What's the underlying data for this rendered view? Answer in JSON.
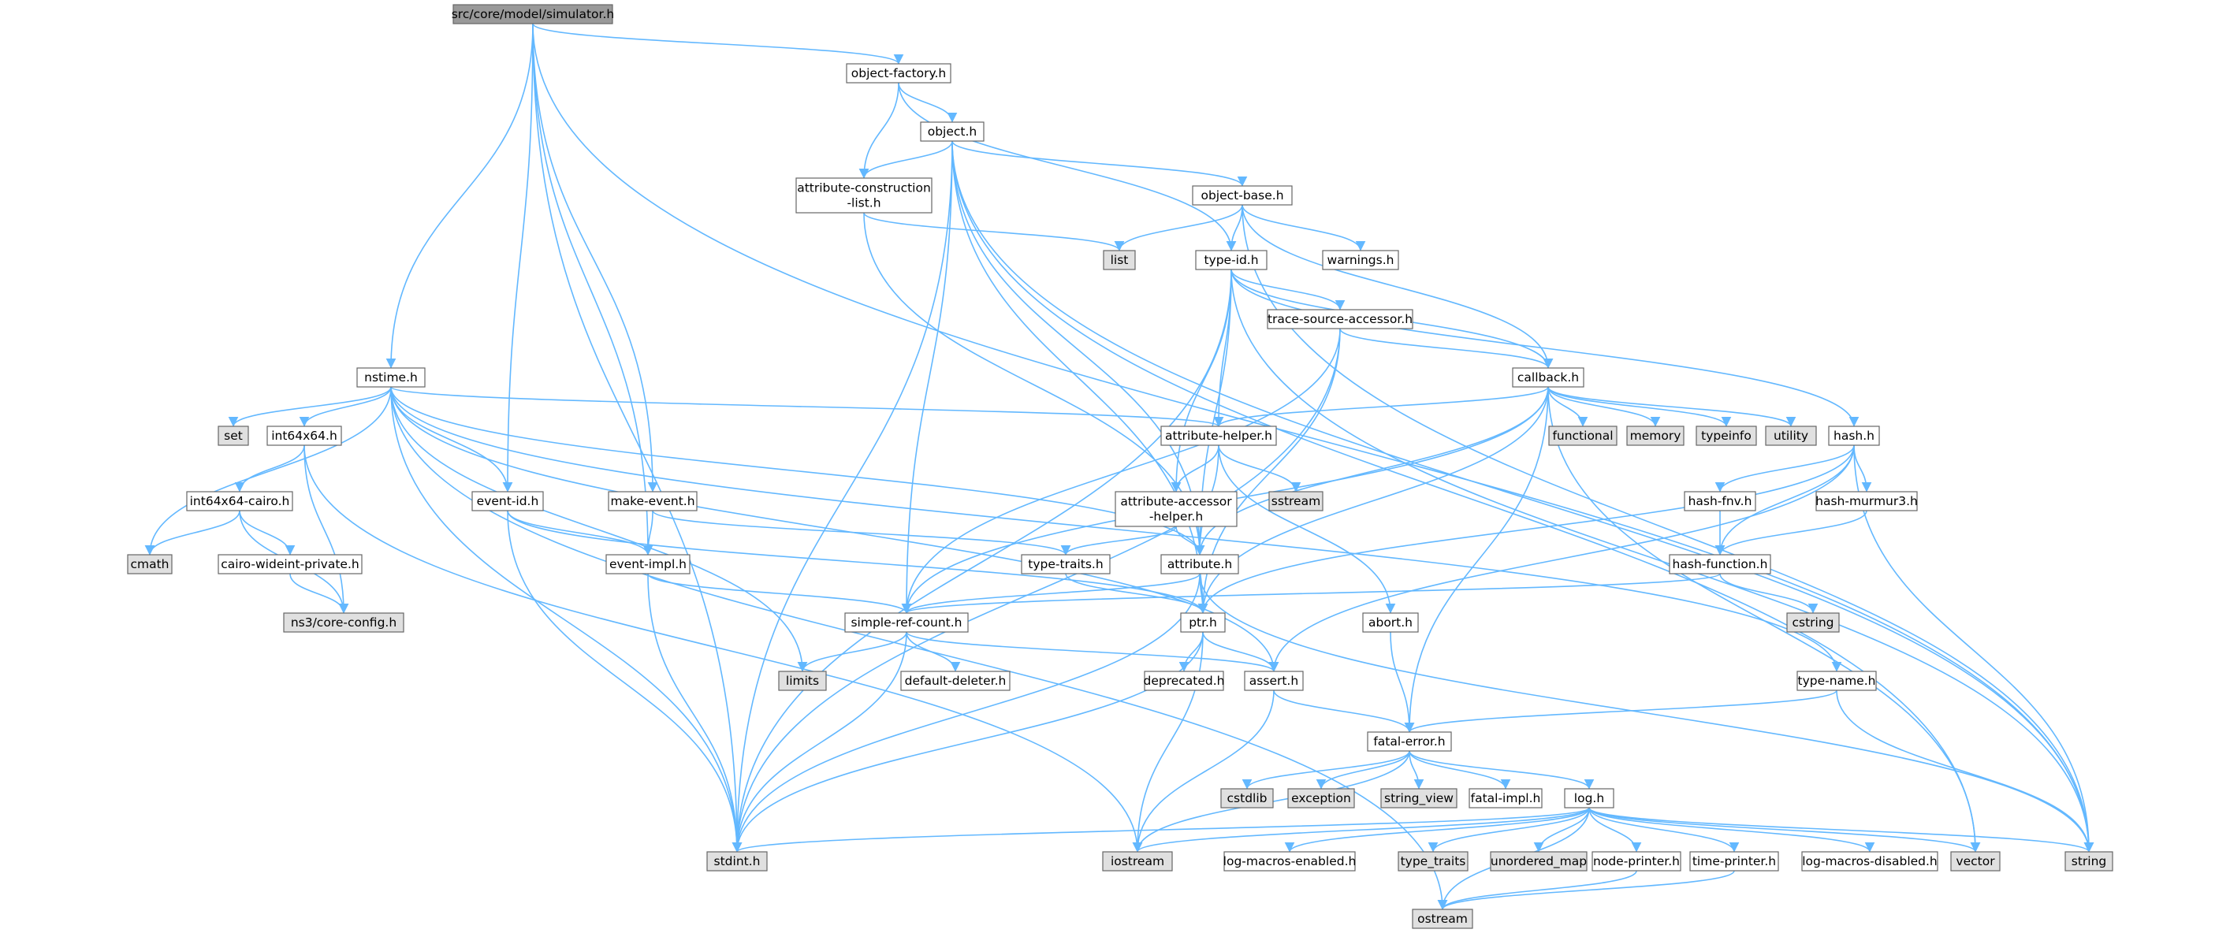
{
  "colors": {
    "edge": "#63b8ff",
    "box_fill": "#ffffff",
    "box_fill_system": "#e0e0e0",
    "box_fill_root": "#999999",
    "box_stroke": "#666666"
  },
  "nodes": [
    {
      "id": "simulator",
      "label": "src/core/model/simulator.h",
      "style": "root"
    },
    {
      "id": "object_factory",
      "label": "object-factory.h",
      "style": "normal"
    },
    {
      "id": "object",
      "label": "object.h",
      "style": "normal"
    },
    {
      "id": "attribute_construction_list",
      "label": "attribute-construction\n-list.h",
      "style": "normal"
    },
    {
      "id": "object_base",
      "label": "object-base.h",
      "style": "normal"
    },
    {
      "id": "list",
      "label": "list",
      "style": "system"
    },
    {
      "id": "type_id",
      "label": "type-id.h",
      "style": "normal"
    },
    {
      "id": "warnings",
      "label": "warnings.h",
      "style": "normal"
    },
    {
      "id": "trace_source_accessor",
      "label": "trace-source-accessor.h",
      "style": "normal"
    },
    {
      "id": "nstime",
      "label": "nstime.h",
      "style": "normal"
    },
    {
      "id": "callback",
      "label": "callback.h",
      "style": "normal"
    },
    {
      "id": "set",
      "label": "set",
      "style": "system"
    },
    {
      "id": "int64x64",
      "label": "int64x64.h",
      "style": "normal"
    },
    {
      "id": "attribute_helper",
      "label": "attribute-helper.h",
      "style": "normal"
    },
    {
      "id": "functional",
      "label": "functional",
      "style": "system"
    },
    {
      "id": "memory",
      "label": "memory",
      "style": "system"
    },
    {
      "id": "typeinfo",
      "label": "typeinfo",
      "style": "system"
    },
    {
      "id": "utility",
      "label": "utility",
      "style": "system"
    },
    {
      "id": "hash",
      "label": "hash.h",
      "style": "normal"
    },
    {
      "id": "sstream",
      "label": "sstream",
      "style": "system"
    },
    {
      "id": "int64x64_cairo",
      "label": "int64x64-cairo.h",
      "style": "normal"
    },
    {
      "id": "event_id",
      "label": "event-id.h",
      "style": "normal"
    },
    {
      "id": "make_event",
      "label": "make-event.h",
      "style": "normal"
    },
    {
      "id": "attribute_accessor_helper",
      "label": "attribute-accessor\n-helper.h",
      "style": "normal"
    },
    {
      "id": "hash_fnv",
      "label": "hash-fnv.h",
      "style": "normal"
    },
    {
      "id": "hash_murmur3",
      "label": "hash-murmur3.h",
      "style": "normal"
    },
    {
      "id": "cmath",
      "label": "cmath",
      "style": "system"
    },
    {
      "id": "cairo_wideint_private",
      "label": "cairo-wideint-private.h",
      "style": "normal"
    },
    {
      "id": "event_impl",
      "label": "event-impl.h",
      "style": "normal"
    },
    {
      "id": "type_traits_h",
      "label": "type-traits.h",
      "style": "normal"
    },
    {
      "id": "attribute",
      "label": "attribute.h",
      "style": "normal"
    },
    {
      "id": "hash_function",
      "label": "hash-function.h",
      "style": "normal"
    },
    {
      "id": "ns3_core_config",
      "label": "ns3/core-config.h",
      "style": "system"
    },
    {
      "id": "simple_ref_count",
      "label": "simple-ref-count.h",
      "style": "normal"
    },
    {
      "id": "ptr",
      "label": "ptr.h",
      "style": "normal"
    },
    {
      "id": "abort",
      "label": "abort.h",
      "style": "normal"
    },
    {
      "id": "cstring",
      "label": "cstring",
      "style": "system"
    },
    {
      "id": "limits",
      "label": "limits",
      "style": "system"
    },
    {
      "id": "default_deleter",
      "label": "default-deleter.h",
      "style": "normal"
    },
    {
      "id": "deprecated",
      "label": "deprecated.h",
      "style": "normal"
    },
    {
      "id": "assert",
      "label": "assert.h",
      "style": "normal"
    },
    {
      "id": "type_name",
      "label": "type-name.h",
      "style": "normal"
    },
    {
      "id": "fatal_error",
      "label": "fatal-error.h",
      "style": "normal"
    },
    {
      "id": "cstdlib",
      "label": "cstdlib",
      "style": "system"
    },
    {
      "id": "exception",
      "label": "exception",
      "style": "system"
    },
    {
      "id": "string_view",
      "label": "string_view",
      "style": "system"
    },
    {
      "id": "fatal_impl",
      "label": "fatal-impl.h",
      "style": "normal"
    },
    {
      "id": "log",
      "label": "log.h",
      "style": "normal"
    },
    {
      "id": "stdint",
      "label": "stdint.h",
      "style": "system"
    },
    {
      "id": "iostream",
      "label": "iostream",
      "style": "system"
    },
    {
      "id": "log_macros_enabled",
      "label": "log-macros-enabled.h",
      "style": "normal"
    },
    {
      "id": "type_traits_std",
      "label": "type_traits",
      "style": "system"
    },
    {
      "id": "unordered_map",
      "label": "unordered_map",
      "style": "system"
    },
    {
      "id": "node_printer",
      "label": "node-printer.h",
      "style": "normal"
    },
    {
      "id": "time_printer",
      "label": "time-printer.h",
      "style": "normal"
    },
    {
      "id": "log_macros_disabled",
      "label": "log-macros-disabled.h",
      "style": "normal"
    },
    {
      "id": "vector",
      "label": "vector",
      "style": "system"
    },
    {
      "id": "string",
      "label": "string",
      "style": "system"
    },
    {
      "id": "ostream",
      "label": "ostream",
      "style": "system"
    }
  ],
  "edges": [
    [
      "simulator",
      "object_factory"
    ],
    [
      "simulator",
      "nstime"
    ],
    [
      "simulator",
      "event_id"
    ],
    [
      "simulator",
      "event_impl"
    ],
    [
      "simulator",
      "make_event"
    ],
    [
      "simulator",
      "stdint"
    ],
    [
      "simulator",
      "string"
    ],
    [
      "object_factory",
      "object"
    ],
    [
      "object_factory",
      "attribute_construction_list"
    ],
    [
      "object_factory",
      "type_id"
    ],
    [
      "object",
      "attribute_construction_list"
    ],
    [
      "object",
      "object_base"
    ],
    [
      "object",
      "simple_ref_count"
    ],
    [
      "object",
      "attribute"
    ],
    [
      "object",
      "ptr"
    ],
    [
      "object",
      "stdint"
    ],
    [
      "object",
      "string"
    ],
    [
      "object",
      "vector"
    ],
    [
      "attribute_construction_list",
      "list"
    ],
    [
      "attribute_construction_list",
      "attribute"
    ],
    [
      "object_base",
      "list"
    ],
    [
      "object_base",
      "type_id"
    ],
    [
      "object_base",
      "warnings"
    ],
    [
      "object_base",
      "callback"
    ],
    [
      "object_base",
      "string"
    ],
    [
      "type_id",
      "trace_source_accessor"
    ],
    [
      "type_id",
      "callback"
    ],
    [
      "type_id",
      "attribute_helper"
    ],
    [
      "type_id",
      "attribute_accessor_helper"
    ],
    [
      "type_id",
      "attribute"
    ],
    [
      "type_id",
      "hash"
    ],
    [
      "type_id",
      "stdint"
    ],
    [
      "type_id",
      "string"
    ],
    [
      "trace_source_accessor",
      "callback"
    ],
    [
      "trace_source_accessor",
      "simple_ref_count"
    ],
    [
      "trace_source_accessor",
      "ptr"
    ],
    [
      "trace_source_accessor",
      "stdint"
    ],
    [
      "callback",
      "attribute_helper"
    ],
    [
      "callback",
      "attribute"
    ],
    [
      "callback",
      "simple_ref_count"
    ],
    [
      "callback",
      "ptr"
    ],
    [
      "callback",
      "fatal_error"
    ],
    [
      "callback",
      "functional"
    ],
    [
      "callback",
      "memory"
    ],
    [
      "callback",
      "typeinfo"
    ],
    [
      "callback",
      "utility"
    ],
    [
      "callback",
      "vector"
    ],
    [
      "nstime",
      "int64x64"
    ],
    [
      "nstime",
      "set"
    ],
    [
      "nstime",
      "attribute_helper"
    ],
    [
      "nstime",
      "event_id"
    ],
    [
      "nstime",
      "type_name"
    ],
    [
      "nstime",
      "attribute"
    ],
    [
      "nstime",
      "assert"
    ],
    [
      "nstime",
      "cmath"
    ],
    [
      "nstime",
      "limits"
    ],
    [
      "nstime",
      "stdint"
    ],
    [
      "nstime",
      "ostream"
    ],
    [
      "int64x64",
      "int64x64_cairo"
    ],
    [
      "int64x64",
      "ns3_core_config"
    ],
    [
      "int64x64",
      "iostream"
    ],
    [
      "int64x64_cairo",
      "cmath"
    ],
    [
      "int64x64_cairo",
      "cairo_wideint_private"
    ],
    [
      "int64x64_cairo",
      "ns3_core_config"
    ],
    [
      "cairo_wideint_private",
      "ns3_core_config"
    ],
    [
      "attribute_helper",
      "attribute_accessor_helper"
    ],
    [
      "attribute_helper",
      "attribute"
    ],
    [
      "attribute_helper",
      "abort"
    ],
    [
      "attribute_helper",
      "sstream"
    ],
    [
      "attribute_accessor_helper",
      "type_traits_h"
    ],
    [
      "attribute_accessor_helper",
      "attribute"
    ],
    [
      "hash",
      "hash_fnv"
    ],
    [
      "hash",
      "hash_murmur3"
    ],
    [
      "hash",
      "hash_function"
    ],
    [
      "hash",
      "assert"
    ],
    [
      "hash",
      "ptr"
    ],
    [
      "hash",
      "string"
    ],
    [
      "hash_fnv",
      "hash_function"
    ],
    [
      "hash_murmur3",
      "hash_function"
    ],
    [
      "hash_function",
      "simple_ref_count"
    ],
    [
      "hash_function",
      "cstring"
    ],
    [
      "event_id",
      "event_impl"
    ],
    [
      "event_id",
      "ptr"
    ],
    [
      "event_id",
      "stdint"
    ],
    [
      "make_event",
      "event_impl"
    ],
    [
      "make_event",
      "type_traits_h"
    ],
    [
      "event_impl",
      "simple_ref_count"
    ],
    [
      "event_impl",
      "stdint"
    ],
    [
      "type_traits_h",
      "ptr"
    ],
    [
      "attribute",
      "ptr"
    ],
    [
      "attribute",
      "simple_ref_count"
    ],
    [
      "attribute",
      "stdint"
    ],
    [
      "attribute",
      "string"
    ],
    [
      "simple_ref_count",
      "assert"
    ],
    [
      "simple_ref_count",
      "default_deleter"
    ],
    [
      "simple_ref_count",
      "limits"
    ],
    [
      "simple_ref_count",
      "stdint"
    ],
    [
      "ptr",
      "assert"
    ],
    [
      "ptr",
      "deprecated"
    ],
    [
      "ptr",
      "iostream"
    ],
    [
      "ptr",
      "stdint"
    ],
    [
      "abort",
      "fatal_error"
    ],
    [
      "assert",
      "fatal_error"
    ],
    [
      "assert",
      "iostream"
    ],
    [
      "type_name",
      "fatal_error"
    ],
    [
      "type_name",
      "string"
    ],
    [
      "fatal_error",
      "fatal_impl"
    ],
    [
      "fatal_error",
      "log"
    ],
    [
      "fatal_error",
      "cstdlib"
    ],
    [
      "fatal_error",
      "exception"
    ],
    [
      "fatal_error",
      "iostream"
    ],
    [
      "fatal_error",
      "string_view"
    ],
    [
      "log",
      "log_macros_enabled"
    ],
    [
      "log",
      "log_macros_disabled"
    ],
    [
      "log",
      "node_printer"
    ],
    [
      "log",
      "time_printer"
    ],
    [
      "log",
      "iostream"
    ],
    [
      "log",
      "stdint"
    ],
    [
      "log",
      "string"
    ],
    [
      "log",
      "type_traits_std"
    ],
    [
      "log",
      "unordered_map"
    ],
    [
      "log",
      "vector"
    ],
    [
      "log",
      "ostream"
    ],
    [
      "node_printer",
      "ostream"
    ],
    [
      "time_printer",
      "ostream"
    ]
  ]
}
